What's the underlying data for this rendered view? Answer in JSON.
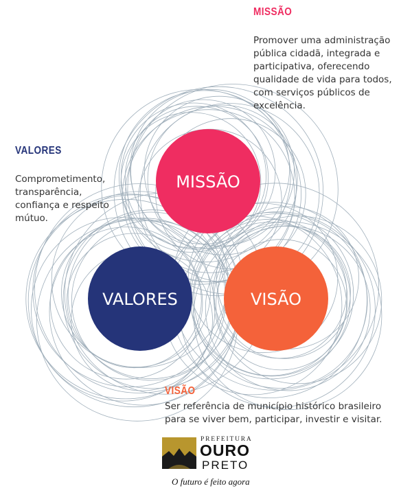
{
  "missao": {
    "heading": "MISSÃO",
    "text": "Promover uma administração\npública  cidadã, integrada e\nparticipativa, oferecendo\nqualidade de vida para todos,\ncom serviços públicos de\nexcelência.",
    "circle_label": "MISSÃO",
    "color": "#ef2d61"
  },
  "valores": {
    "heading": "VALORES",
    "text": "Comprometimento,\ntransparência,\nconfiança e respeito\nmútuo.",
    "circle_label": "VALORES",
    "color": "#253479"
  },
  "visao": {
    "heading": "VISÃO",
    "text": "Ser referência de município histórico brasileiro\npara se viver bem, participar, investir e visitar.",
    "circle_label": "VISÃO",
    "color": "#f4623a"
  },
  "colors": {
    "ring_stroke": "#7f93a3",
    "logo_gold": "#b8962e",
    "logo_dark": "#1b1b1b"
  },
  "logo": {
    "prefeitura": "PREFEITURA",
    "ouro": "OURO",
    "preto": "PRETO",
    "slogan": "O futuro é feito agora"
  }
}
